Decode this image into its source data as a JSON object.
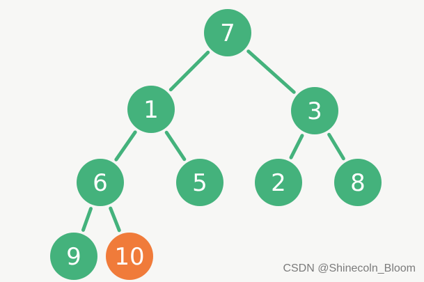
{
  "colors": {
    "node": "#44b27c",
    "highlight": "#f07b3a",
    "edge": "#44b27c",
    "label": "#ffffff"
  },
  "nodes": [
    {
      "id": "n7",
      "label": "7"
    },
    {
      "id": "n1",
      "label": "1"
    },
    {
      "id": "n3",
      "label": "3"
    },
    {
      "id": "n6",
      "label": "6"
    },
    {
      "id": "n5",
      "label": "5"
    },
    {
      "id": "n2",
      "label": "2"
    },
    {
      "id": "n8",
      "label": "8"
    },
    {
      "id": "n9",
      "label": "9"
    },
    {
      "id": "n10",
      "label": "10",
      "highlighted": true
    }
  ],
  "edges": [
    [
      "n7",
      "n1"
    ],
    [
      "n7",
      "n3"
    ],
    [
      "n1",
      "n6"
    ],
    [
      "n1",
      "n5"
    ],
    [
      "n3",
      "n2"
    ],
    [
      "n3",
      "n8"
    ],
    [
      "n6",
      "n9"
    ],
    [
      "n6",
      "n10"
    ]
  ],
  "watermark": "CSDN @Shinecoln_Bloom"
}
